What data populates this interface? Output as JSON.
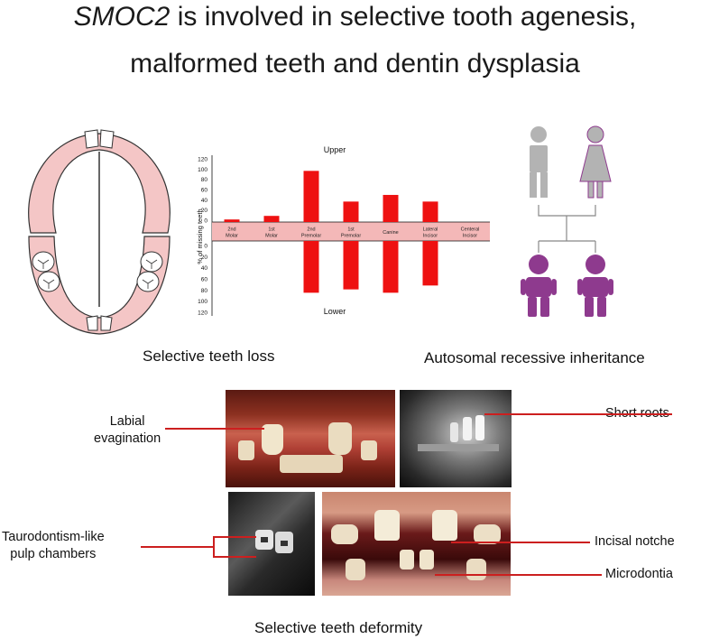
{
  "title": {
    "gene": "SMOC2",
    "line1_rest": " is involved in selective tooth agenesis,",
    "line2": "malformed teeth and dentin dysplasia"
  },
  "captions": {
    "teeth_loss": "Selective teeth loss",
    "inheritance": "Autosomal recessive inheritance",
    "deformity": "Selective teeth deformity"
  },
  "chart_data": {
    "type": "bar",
    "ylabel": "% of missing teeth",
    "upper_label": "Upper",
    "lower_label": "Lower",
    "categories": [
      "2nd Molar",
      "1st Molar",
      "2nd Premolar",
      "1st Premolar",
      "Canine",
      "Lateral Incisor",
      "Centeral Incisor"
    ],
    "category_lines": [
      [
        "2nd",
        "Molar"
      ],
      [
        "1st",
        "Molar"
      ],
      [
        "2nd",
        "Premolar"
      ],
      [
        "1st",
        "Premolar"
      ],
      [
        "Canine"
      ],
      [
        "Lateral",
        "Incisor"
      ],
      [
        "Centeral",
        "Incisor"
      ]
    ],
    "series": [
      {
        "name": "Upper",
        "values": [
          5,
          12,
          100,
          40,
          53,
          40,
          0
        ]
      },
      {
        "name": "Lower",
        "values": [
          0,
          0,
          93,
          87,
          93,
          80,
          0
        ]
      }
    ],
    "upper_ticks": [
      "120",
      "100",
      "80",
      "60",
      "40",
      "20",
      "0"
    ],
    "lower_ticks": [
      "0",
      "20",
      "40",
      "60",
      "80",
      "100",
      "120"
    ],
    "ylim": [
      0,
      120
    ],
    "bar_color": "#ee1111",
    "band_color": "#f4b8b8"
  },
  "annotations": {
    "labial": [
      "Labial",
      "evagination"
    ],
    "short_roots": "Short  roots",
    "taurodontism": [
      "Taurodontism-like",
      "pulp chambers"
    ],
    "incisal": "Incisal  notche",
    "microdontia": "Microdontia"
  },
  "colors": {
    "parent": "#b3b3b3",
    "child": "#8e3a8e",
    "female_outline": "#8e3a8e",
    "annotation_line": "#cc1f1f",
    "gum": "#f4c6c6",
    "gum_outline": "#333333"
  }
}
